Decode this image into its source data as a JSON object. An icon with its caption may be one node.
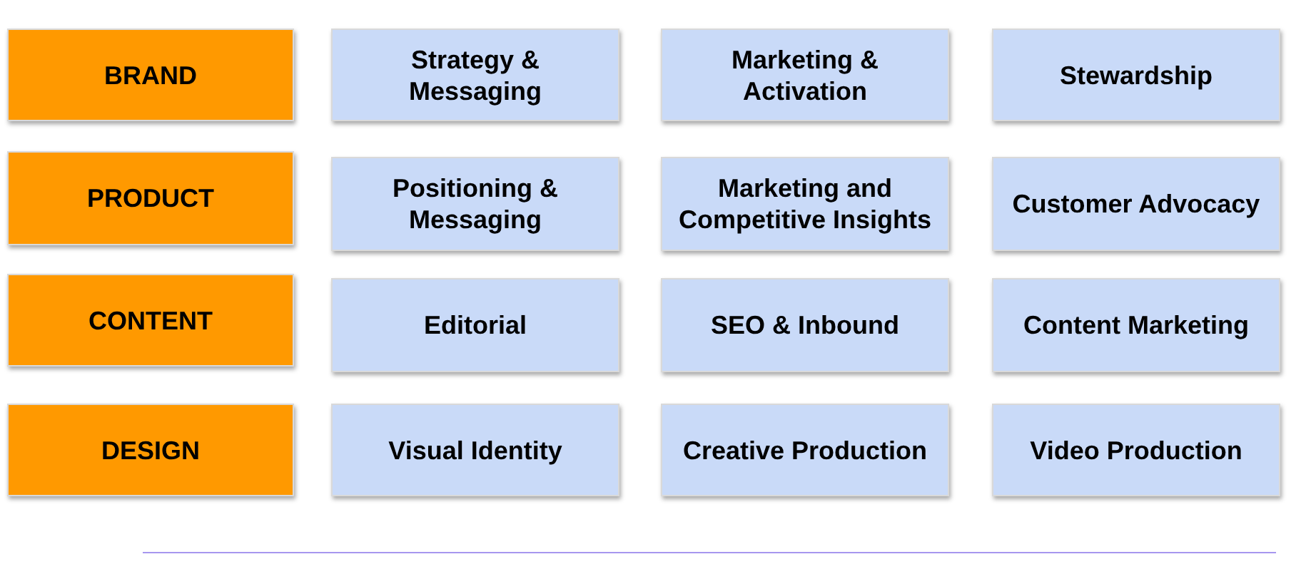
{
  "diagram": {
    "nodes": [
      {
        "text": [
          "BRAND"
        ]
      },
      {
        "text": [
          "Strategy & Messaging"
        ]
      },
      {
        "text": [
          "Marketing & Activation"
        ]
      },
      {
        "text": [
          "Stewardship"
        ]
      },
      {
        "text": [
          "PRODUCT"
        ]
      },
      {
        "text": [
          "Positioning & Messaging"
        ]
      },
      {
        "text": [
          "Marketing and Competitive Insights"
        ]
      },
      {
        "text": [
          "Customer Advocacy"
        ]
      },
      {
        "text": [
          "CONTENT"
        ]
      },
      {
        "text": [
          "Editorial"
        ]
      },
      {
        "text": [
          "SEO & Inbound"
        ]
      },
      {
        "text": [
          "Content Marketing"
        ]
      },
      {
        "text": [
          "DESIGN"
        ]
      },
      {
        "text": [
          "Visual Identity"
        ]
      },
      {
        "text": [
          "Creative Production"
        ]
      },
      {
        "text": [
          "Video Production"
        ]
      }
    ]
  }
}
